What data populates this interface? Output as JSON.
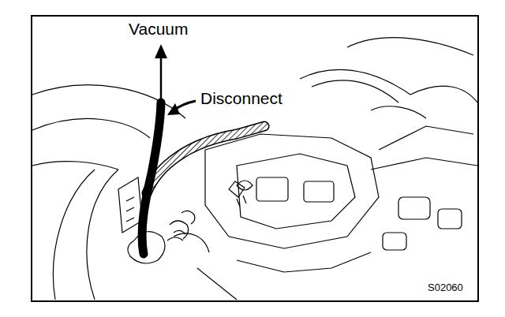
{
  "diagram": {
    "labels": [
      "Vacuum",
      "Disconnect",
      "S02060"
    ]
  }
}
